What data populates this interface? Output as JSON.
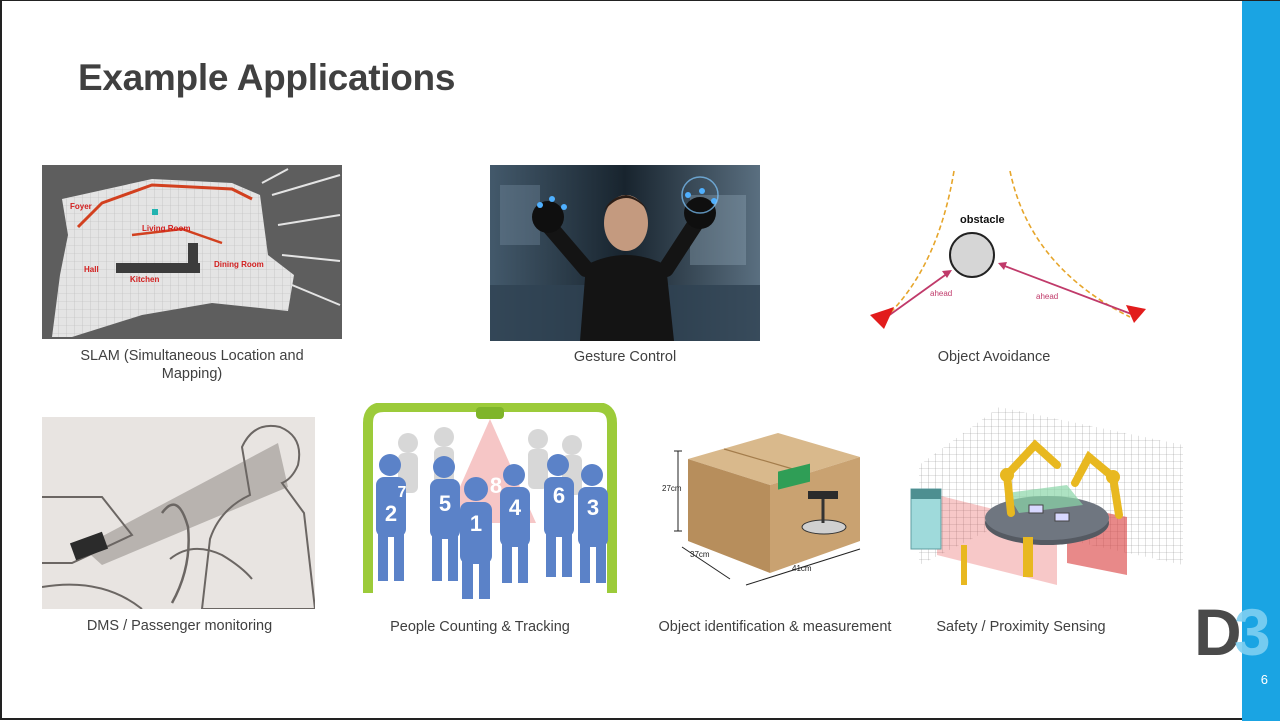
{
  "slide": {
    "title": "Example Applications",
    "page_number": "6",
    "brand_color": "#1aa4e3"
  },
  "images": {
    "slam": {
      "caption": "SLAM (Simultaneous Location and Mapping)",
      "labels": [
        "Foyer",
        "Living Room",
        "Hall",
        "Kitchen",
        "Dining Room"
      ]
    },
    "gesture": {
      "caption": "Gesture Control"
    },
    "avoidance": {
      "caption": "Object Avoidance",
      "obstacle_label": "obstacle",
      "ahead_left": "ahead",
      "ahead_right": "ahead"
    },
    "dms": {
      "caption": "DMS / Passenger monitoring"
    },
    "people": {
      "caption": "People Counting & Tracking",
      "numbers": [
        "2",
        "5",
        "1",
        "8",
        "4",
        "6",
        "3",
        "7"
      ]
    },
    "object_id": {
      "caption": "Object identification & measurement",
      "dim_height": "27cm",
      "dim_depth": "37cm",
      "dim_width": "41cm"
    },
    "safety": {
      "caption": "Safety / Proximity Sensing"
    }
  },
  "logo": {
    "text": "D3"
  }
}
